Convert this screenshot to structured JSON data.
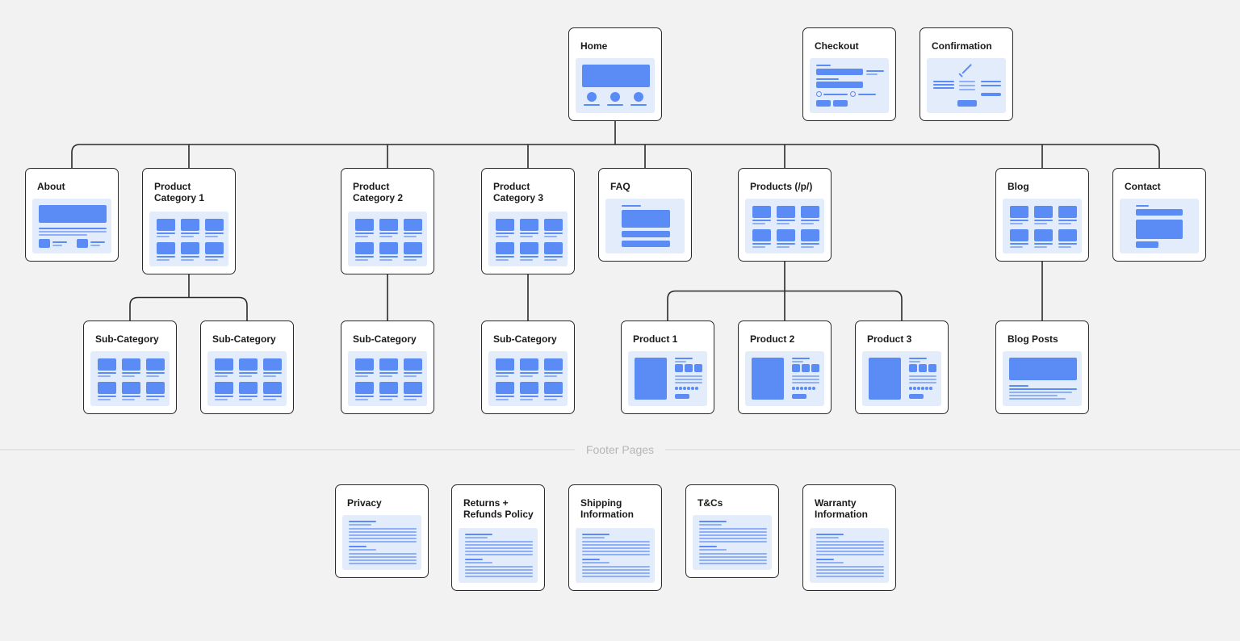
{
  "footer_label": "Footer Pages",
  "colors": {
    "accent": "#5b8cf6",
    "thumb_bg": "#e2ecfb",
    "line": "#2a2a2a",
    "background": "#f2f2f2"
  },
  "nodes": {
    "home": "Home",
    "checkout": "Checkout",
    "confirmation": "Confirmation",
    "about": "About",
    "product_category_1": "Product\nCategory 1",
    "product_category_2": "Product\nCategory 2",
    "product_category_3": "Product\nCategory 3",
    "faq": "FAQ",
    "products": "Products (/p/)",
    "blog": "Blog",
    "contact": "Contact",
    "sub_category_1a": "Sub-Category",
    "sub_category_1b": "Sub-Category",
    "sub_category_2": "Sub-Category",
    "sub_category_3": "Sub-Category",
    "product_1": "Product 1",
    "product_2": "Product 2",
    "product_3": "Product 3",
    "blog_posts": "Blog Posts",
    "privacy": "Privacy",
    "returns_refunds": "Returns +\nRefunds Policy",
    "shipping_information": "Shipping\nInformation",
    "tcs": "T&Cs",
    "warranty_information": "Warranty\nInformation"
  },
  "links": [
    [
      "home",
      "about"
    ],
    [
      "home",
      "product_category_1"
    ],
    [
      "home",
      "product_category_2"
    ],
    [
      "home",
      "product_category_3"
    ],
    [
      "home",
      "faq"
    ],
    [
      "home",
      "products"
    ],
    [
      "home",
      "blog"
    ],
    [
      "home",
      "contact"
    ],
    [
      "product_category_1",
      "sub_category_1a"
    ],
    [
      "product_category_1",
      "sub_category_1b"
    ],
    [
      "product_category_2",
      "sub_category_2"
    ],
    [
      "product_category_3",
      "sub_category_3"
    ],
    [
      "products",
      "product_1"
    ],
    [
      "products",
      "product_2"
    ],
    [
      "products",
      "product_3"
    ],
    [
      "blog",
      "blog_posts"
    ]
  ]
}
